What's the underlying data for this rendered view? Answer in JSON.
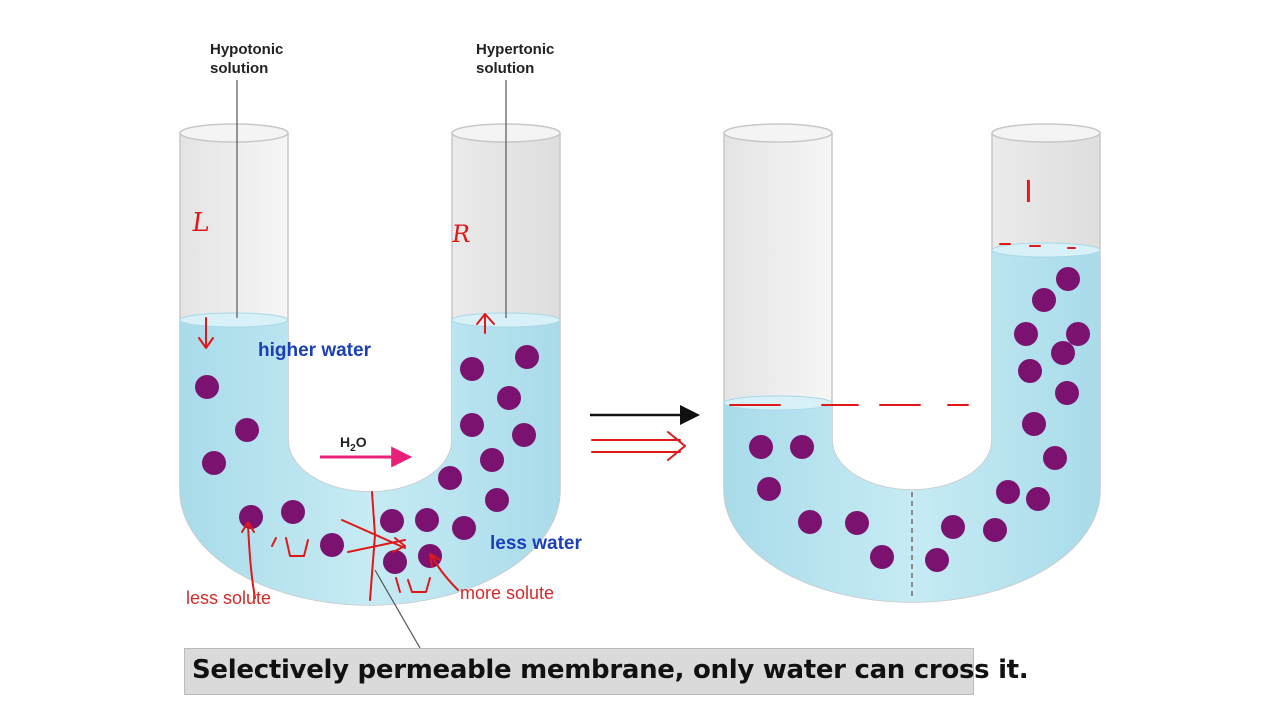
{
  "labels": {
    "hypotonic": "Hypotonic",
    "hypotonic_line2": "solution",
    "hypertonic": "Hypertonic",
    "hypertonic_line2": "solution",
    "higher_water": "higher water",
    "less_water": "less water",
    "less_solute": "less solute",
    "more_solute": "more solute",
    "h2o_main": "H",
    "h2o_sub": "2",
    "h2o_tail": "O",
    "caption": "Selectively permeable membrane, only water can cross it."
  },
  "annotations": {
    "left_arm": "L",
    "right_arm": "R",
    "after_right_mark": "I"
  },
  "colors": {
    "water": "#b9e3ef",
    "solute": "#7b1270",
    "annotation": "#e01818",
    "arrow": "#e8207a",
    "label_blue": "#1a3fb8"
  }
}
